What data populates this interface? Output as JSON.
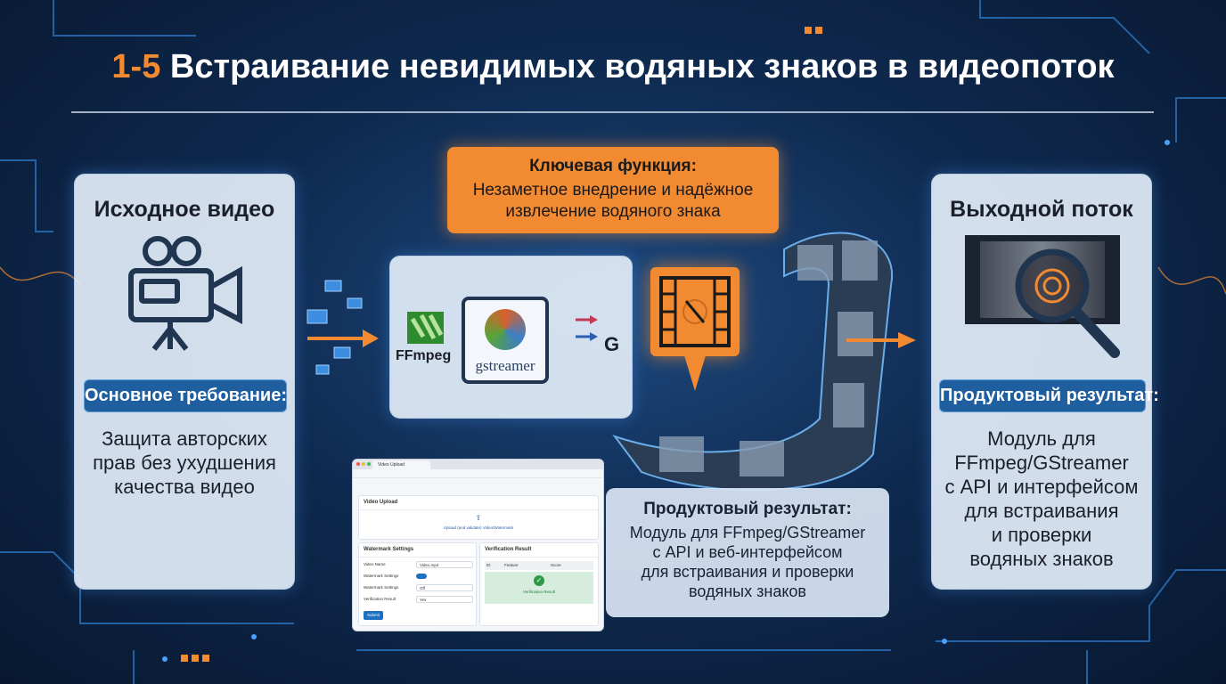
{
  "title": {
    "number": "1-5",
    "text": "Встраивание невидимых водяных знаков в видеопоток"
  },
  "colors": {
    "accent": "#f28a32",
    "badge": "#1f5f9f",
    "background": "#0f2a50"
  },
  "source_card": {
    "title": "Исходное видео",
    "icon": "video-camera-icon",
    "badge": "Основное требование:",
    "lines": [
      "Защита авторских",
      "прав без ухудшения",
      "качества видео"
    ]
  },
  "key_function": {
    "heading": "Ключевая функция:",
    "lines": [
      "Незаметное внедрение и надёжное",
      "извлечение водяного знака"
    ]
  },
  "tools": {
    "ffmpeg": "FFmpeg",
    "gstreamer": "gstreamer",
    "g_logo": "G"
  },
  "output_card": {
    "title": "Выходной поток",
    "icon": "fingerprint-magnifier-icon",
    "badge": "Продуктовый результат:",
    "lines": [
      "Модуль для",
      "FFmpeg/GStreamer",
      "с API и интерфейсом",
      "для встраивания",
      "и проверки",
      "водяных знаков"
    ]
  },
  "result_box": {
    "heading": "Продуктовый результат:",
    "lines": [
      "Модуль для FFmpeg/GStreamer",
      "с API и веб-интерфейсом",
      "для встраивания и проверки",
      "водяных знаков"
    ]
  },
  "browser": {
    "tab": "Video Upload",
    "upload_title": "Video Upload",
    "upload_hint": "Upload (and validate) Video/Watermark",
    "settings_title": "Watermark Settings",
    "fields": [
      {
        "label": "Video Name",
        "value": "Video.mp4"
      },
      {
        "label": "Watermark Settings",
        "value": ""
      },
      {
        "label": "Watermark Settings",
        "value": "Off"
      },
      {
        "label": "Verification Result",
        "value": "Yes"
      }
    ],
    "submit": "Submit",
    "verify_title": "Verification Result",
    "columns": [
      "ID",
      "Feature",
      "Score"
    ],
    "verify_status": "Verification Result"
  }
}
